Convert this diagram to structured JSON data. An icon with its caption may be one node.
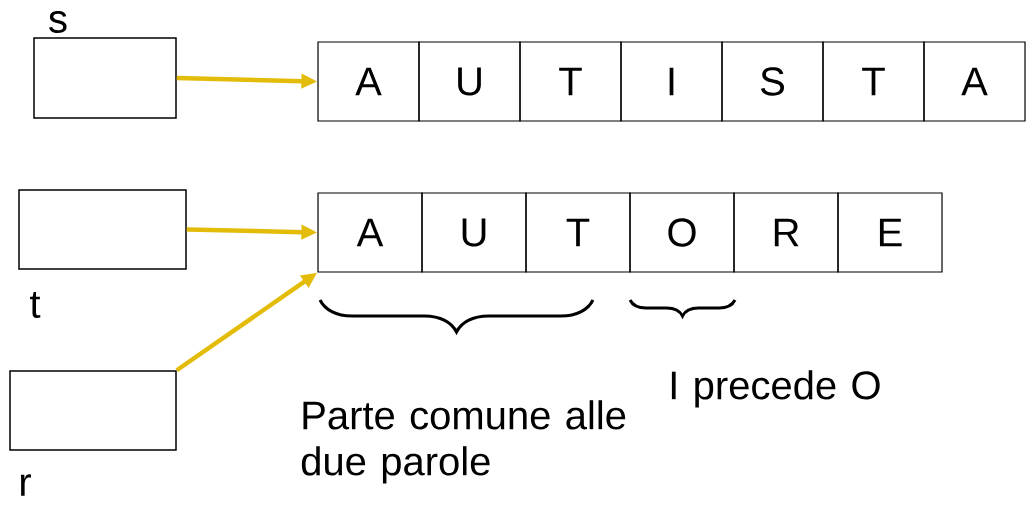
{
  "diagram": {
    "nodes": [
      {
        "text": [
          "s"
        ]
      },
      {
        "text": [
          "A"
        ]
      },
      {
        "text": [
          "U"
        ]
      },
      {
        "text": [
          "T"
        ]
      },
      {
        "text": [
          "I"
        ]
      },
      {
        "text": [
          "S"
        ]
      },
      {
        "text": [
          "T"
        ]
      },
      {
        "text": [
          "A"
        ]
      },
      {
        "text": [
          "t"
        ]
      },
      {
        "text": [
          "A"
        ]
      },
      {
        "text": [
          "U"
        ]
      },
      {
        "text": [
          "T"
        ]
      },
      {
        "text": [
          "O"
        ]
      },
      {
        "text": [
          "R"
        ]
      },
      {
        "text": [
          "E"
        ]
      },
      {
        "text": [
          "r"
        ]
      }
    ],
    "edges": [
      {
        "from": 0,
        "to": 1,
        "arrow": "to"
      },
      {
        "from": 8,
        "to": 9,
        "arrow": "to"
      },
      {
        "from": 15,
        "to": 9,
        "arrow": "to"
      }
    ],
    "labels": [
      "Parte comune alle due parole",
      "I precede O"
    ]
  }
}
